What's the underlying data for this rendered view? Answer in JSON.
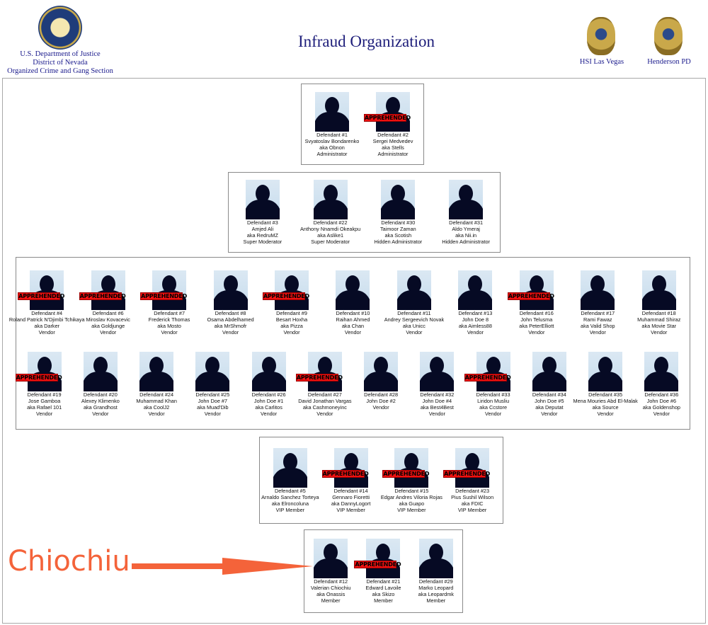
{
  "header": {
    "title": "Infraud Organization",
    "doj_lines": [
      "U.S. Department of Justice",
      "District of Nevada",
      "Organized Crime and Gang Section"
    ],
    "hsi": "HSI Las Vegas",
    "hpd": "Henderson PD"
  },
  "stamp_label": "APPREHENDED",
  "annotation": {
    "label": "Chiochiu",
    "color": "#f4633a"
  },
  "tiers": [
    {
      "rows": [
        [
          {
            "id": "Defendant #1",
            "name": "Svyatoslav Bondarenko",
            "aka": "aka Obnon",
            "role": "Administrator",
            "apprehended": false
          },
          {
            "id": "Defendant #2",
            "name": "Sergei Medvedev",
            "aka": "aka Stells",
            "role": "Administrator",
            "apprehended": true
          }
        ]
      ]
    },
    {
      "rows": [
        [
          {
            "id": "Defendant #3",
            "name": "Amjed Ali",
            "aka": "aka RedruMZ",
            "role": "Super Moderator",
            "apprehended": false
          },
          {
            "id": "Defendant #22",
            "name": "Anthony Nnamdi Okeakpu",
            "aka": "aka Aslike1",
            "role": "Super Moderator",
            "apprehended": false
          },
          {
            "id": "Defendant #30",
            "name": "Taimoor Zaman",
            "aka": "aka Scotish",
            "role": "Hidden Administrator",
            "apprehended": false
          },
          {
            "id": "Defendant #31",
            "name": "Aldo Ymeraj",
            "aka": "aka Nii.in",
            "role": "Hidden Administrator",
            "apprehended": false
          }
        ]
      ]
    },
    {
      "rows": [
        [
          {
            "id": "Defendant #4",
            "name": "Roland Patrick N'Djimbi Tchikaya",
            "aka": "aka Darker",
            "role": "Vendor",
            "apprehended": true
          },
          {
            "id": "Defendant #6",
            "name": "Miroslav Kovacevic",
            "aka": "aka Goldjunge",
            "role": "Vendor",
            "apprehended": true
          },
          {
            "id": "Defendant #7",
            "name": "Frederick Thomas",
            "aka": "aka Mosto",
            "role": "Vendor",
            "apprehended": true
          },
          {
            "id": "Defendant #8",
            "name": "Osama Abdelhamed",
            "aka": "aka MrShmofr",
            "role": "Vendor",
            "apprehended": false
          },
          {
            "id": "Defendant #9",
            "name": "Besart Hoxha",
            "aka": "aka Pizza",
            "role": "Vendor",
            "apprehended": true
          },
          {
            "id": "Defendant #10",
            "name": "Raihan Ahmed",
            "aka": "aka Chan",
            "role": "Vendor",
            "apprehended": false
          },
          {
            "id": "Defendant #11",
            "name": "Andrey Sergeevich Novak",
            "aka": "aka Unicc",
            "role": "Vendor",
            "apprehended": false
          },
          {
            "id": "Defendant #13",
            "name": "John Doe 8",
            "aka": "aka Aimless88",
            "role": "Vendor",
            "apprehended": false
          },
          {
            "id": "Defendant #16",
            "name": "John Telusma",
            "aka": "aka PeterElliott",
            "role": "Vendor",
            "apprehended": true
          },
          {
            "id": "Defendant #17",
            "name": "Rami Fawaz",
            "aka": "aka Valid Shop",
            "role": "Vendor",
            "apprehended": false
          },
          {
            "id": "Defendant #18",
            "name": "Muhammad Shiraz",
            "aka": "aka Movie Star",
            "role": "Vendor",
            "apprehended": false
          }
        ],
        [
          {
            "id": "Defendant #19",
            "name": "Jose Gamboa",
            "aka": "aka Rafael 101",
            "role": "Vendor",
            "apprehended": true
          },
          {
            "id": "Defendant #20",
            "name": "Alexey Klimenko",
            "aka": "aka Grandhost",
            "role": "Vendor",
            "apprehended": false
          },
          {
            "id": "Defendant #24",
            "name": "Muhammad Khan",
            "aka": "aka CoolJ2",
            "role": "Vendor",
            "apprehended": false
          },
          {
            "id": "Defendant #25",
            "name": "John Doe #7",
            "aka": "aka Muad'Dib",
            "role": "Vendor",
            "apprehended": false
          },
          {
            "id": "Defendant #26",
            "name": "John Doe #1",
            "aka": "aka Carlitos",
            "role": "Vendor",
            "apprehended": false
          },
          {
            "id": "Defendant #27",
            "name": "David Jonathan Vargas",
            "aka": "aka Cashmoneyinc",
            "role": "Vendor",
            "apprehended": true
          },
          {
            "id": "Defendant #28",
            "name": "John Doe #2",
            "aka": "",
            "role": "Vendor",
            "apprehended": false
          },
          {
            "id": "Defendant #32",
            "name": "John Doe #4",
            "aka": "aka Best4Best",
            "role": "Vendor",
            "apprehended": false
          },
          {
            "id": "Defendant #33",
            "name": "Liridon Musliu",
            "aka": "aka Ccstore",
            "role": "Vendor",
            "apprehended": true
          },
          {
            "id": "Defendant #34",
            "name": "John Doe #5",
            "aka": "aka Deputat",
            "role": "Vendor",
            "apprehended": false
          },
          {
            "id": "Defendant #35",
            "name": "Mena Mouries Abd El-Malak",
            "aka": "aka Source",
            "role": "Vendor",
            "apprehended": false
          },
          {
            "id": "Defendant #36",
            "name": "John Doe #6",
            "aka": "aka Goldenshop",
            "role": "Vendor",
            "apprehended": false
          }
        ]
      ]
    },
    {
      "rows": [
        [
          {
            "id": "Defendant #5",
            "name": "Arnaldo Sanchez Torteya",
            "aka": "aka Elroncoluna",
            "role": "VIP Member",
            "apprehended": false
          },
          {
            "id": "Defendant #14",
            "name": "Gennaro Fioretti",
            "aka": "aka DannyLogort",
            "role": "VIP Member",
            "apprehended": true
          },
          {
            "id": "Defendant #15",
            "name": "Edgar Andres Viloria Rojas",
            "aka": "aka Guapo",
            "role": "VIP Member",
            "apprehended": true
          },
          {
            "id": "Defendant #23",
            "name": "Pius Sushil Wilson",
            "aka": "aka FDIC",
            "role": "VIP Member",
            "apprehended": true
          }
        ]
      ]
    },
    {
      "rows": [
        [
          {
            "id": "Defendant #12",
            "name": "Valerian Chiochiu",
            "aka": "aka Onassis",
            "role": "Member",
            "apprehended": false
          },
          {
            "id": "Defendant #21",
            "name": "Edward Lavoile",
            "aka": "aka Skizo",
            "role": "Member",
            "apprehended": true
          },
          {
            "id": "Defendant #29",
            "name": "Marko Leopard",
            "aka": "aka Leopardmk",
            "role": "Member",
            "apprehended": false
          }
        ]
      ]
    }
  ]
}
